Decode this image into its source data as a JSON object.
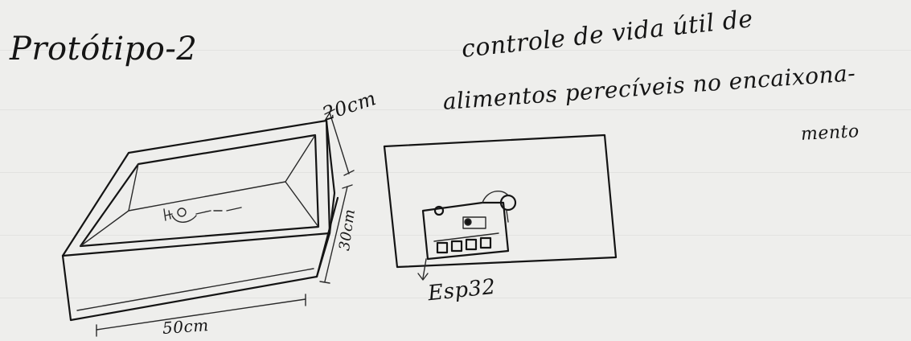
{
  "title": "Protótipo-2",
  "caption": {
    "line1": "controle de vida útil de",
    "line2": "alimentos perecíveis no encaixona-",
    "line3": "mento"
  },
  "box": {
    "height_label": "20cm",
    "depth_label": "30cm",
    "width_label": "50cm"
  },
  "board_label": "Esp32"
}
